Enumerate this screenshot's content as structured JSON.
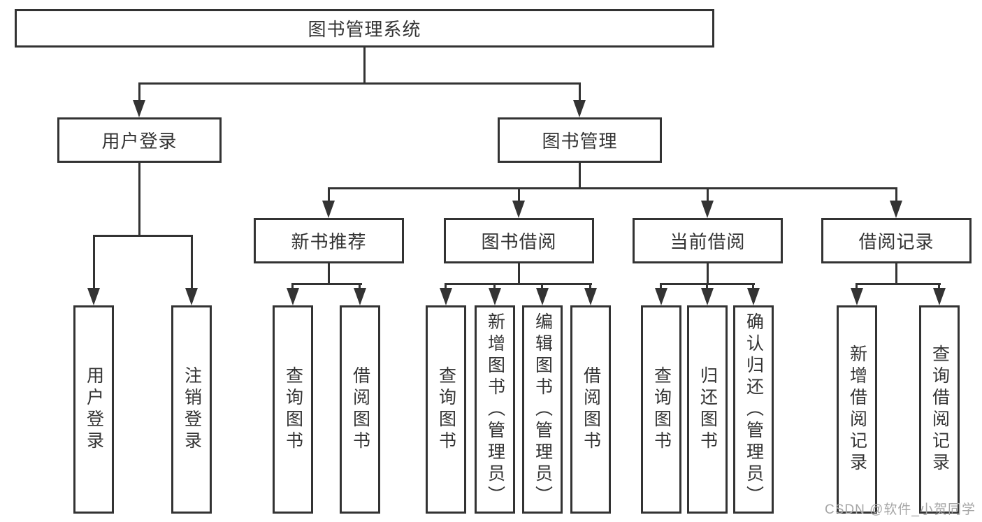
{
  "diagram": {
    "title": "图书管理系统",
    "colors": {
      "line": "#333333",
      "box_border": "#333333",
      "box_fill": "#ffffff",
      "text": "#333333",
      "watermark": "#a6a6a6",
      "background": "#ffffff"
    },
    "level2": [
      {
        "label": "用户登录"
      },
      {
        "label": "图书管理"
      }
    ],
    "level3": [
      {
        "label": "新书推荐"
      },
      {
        "label": "图书借阅"
      },
      {
        "label": "当前借阅"
      },
      {
        "label": "借阅记录"
      }
    ],
    "leaves": {
      "login": [
        {
          "label": "用户登录"
        },
        {
          "label": "注销登录"
        }
      ],
      "recommend": [
        {
          "label": "查询图书"
        },
        {
          "label": "借阅图书"
        }
      ],
      "borrow": [
        {
          "label": "查询图书"
        },
        {
          "label": "新增图书（管理员）"
        },
        {
          "label": "编辑图书（管理员）"
        },
        {
          "label": "借阅图书"
        }
      ],
      "current": [
        {
          "label": "查询图书"
        },
        {
          "label": "归还图书"
        },
        {
          "label": "确认归还（管理员）"
        }
      ],
      "records": [
        {
          "label": "新增借阅记录"
        },
        {
          "label": "查询借阅记录"
        }
      ]
    },
    "watermark": "CSDN @软件_小贺同学"
  }
}
